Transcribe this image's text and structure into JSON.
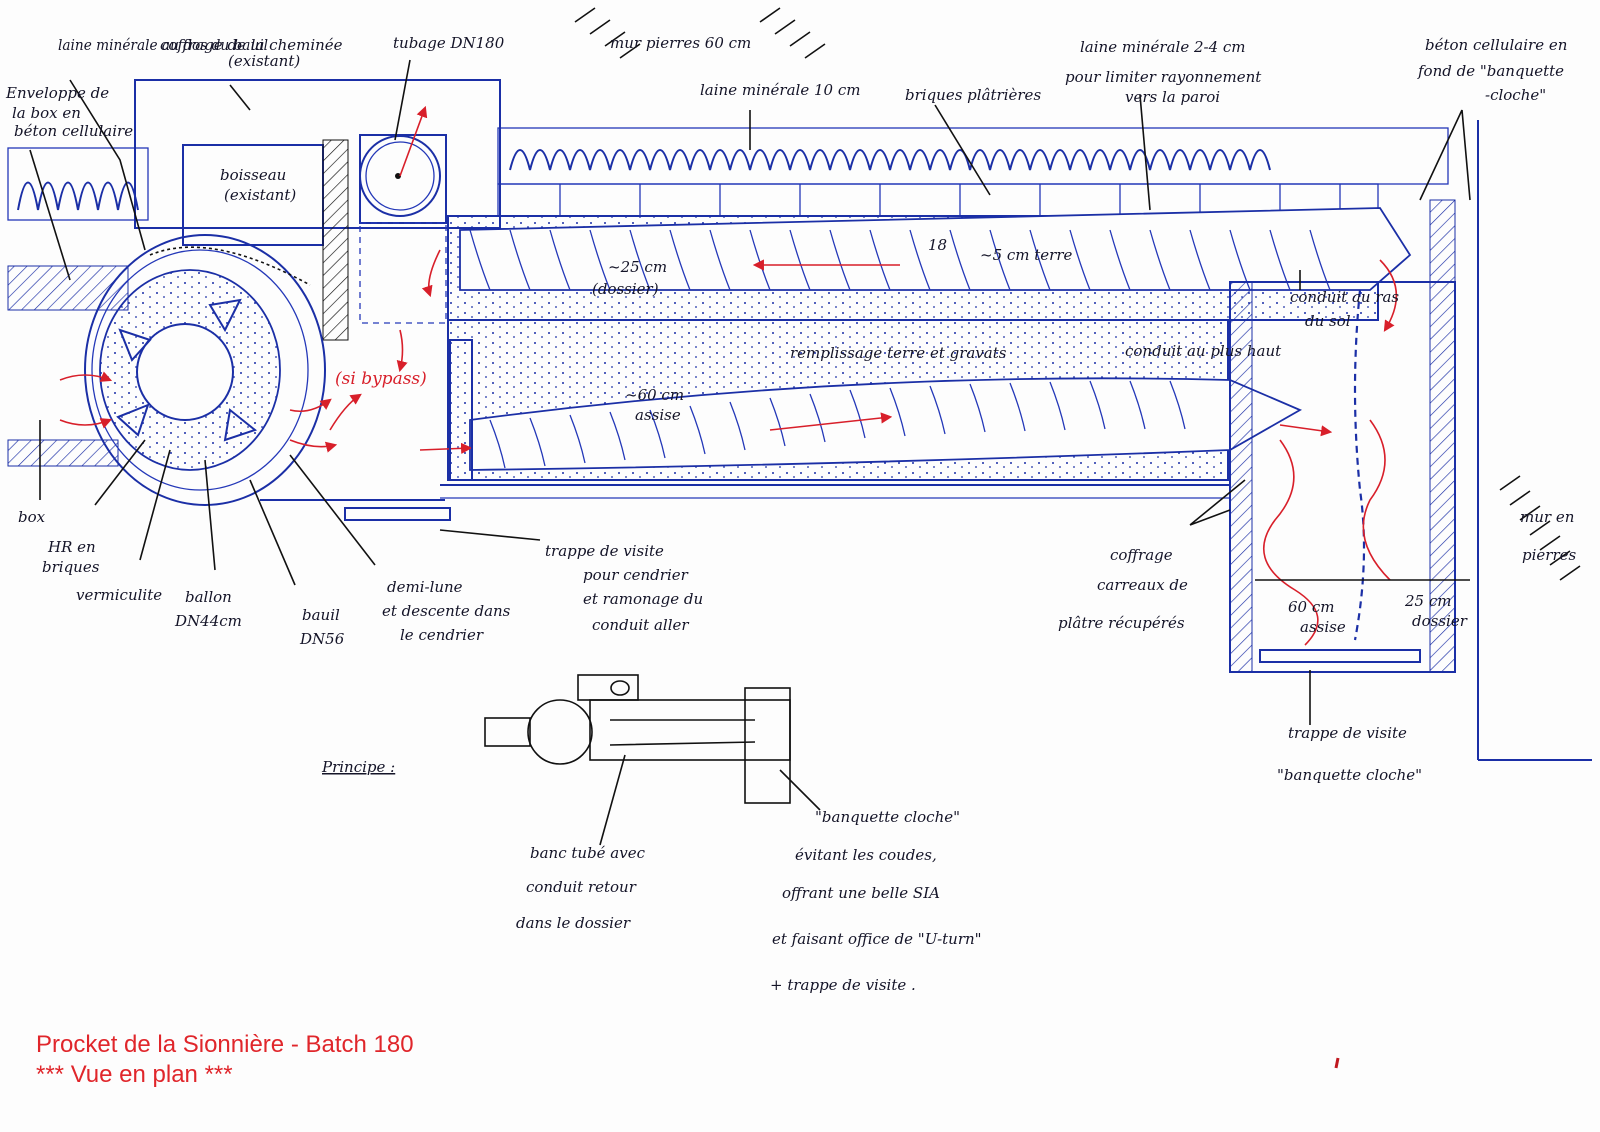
{
  "colors": {
    "ink_blue": "#1b2fa6",
    "ink_red": "#d81f2a",
    "ink_black": "#141428",
    "footer_red": "#e0262b"
  },
  "labels": {
    "laine_dos_bauil": "laine minérale au dos du bauil",
    "coffrage_cheminee_1": "coffrage de la cheminée",
    "coffrage_cheminee_2": "(existant)",
    "tubage": "tubage DN180",
    "mur_pierres_top": "mur pierres 60 cm",
    "laine_2_4": "laine minérale 2-4 cm",
    "pour_limiter": "pour limiter rayonnement",
    "vers_paroi": "vers la paroi",
    "beton_cellulaire_1": "béton cellulaire en",
    "beton_cellulaire_2": "fond de \"banquette",
    "beton_cellulaire_3": "-cloche\"",
    "enveloppe_1": "Enveloppe de",
    "enveloppe_2": "la box en",
    "enveloppe_3": "béton cellulaire",
    "laine_10": "laine minérale 10 cm",
    "briques_platrieres": "briques plâtrières",
    "boisseau_1": "boisseau",
    "boisseau_2": "(existant)",
    "dim_18": "18",
    "terre_5cm": "~5 cm terre",
    "dossier_25_1": "~25 cm",
    "dossier_25_2": "(dossier)",
    "conduit_ras_1": "conduit au ras",
    "conduit_ras_2": "du sol",
    "remplissage": "remplissage terre et gravats",
    "conduit_haut": "conduit au plus haut",
    "si_bypass": "(si bypass)",
    "assise_60_1": "~60 cm",
    "assise_60_2": "assise",
    "box": "box",
    "hr_briques_1": "HR en",
    "hr_briques_2": "briques",
    "vermiculite": "vermiculite",
    "ballon_1": "ballon",
    "ballon_2": "DN44cm",
    "bauil_1": "bauil",
    "bauil_2": "DN56",
    "demi_lune_1": "demi-lune",
    "demi_lune_2": "et descente dans",
    "demi_lune_3": "le cendrier",
    "trappe_visite_1": "trappe de visite",
    "trappe_visite_2": "pour cendrier",
    "trappe_visite_3": "et ramonage du",
    "trappe_visite_4": "conduit aller",
    "coffrage_carreaux_1": "coffrage",
    "coffrage_carreaux_2": "carreaux de",
    "coffrage_carreaux_3": "plâtre récupérés",
    "assise_60b_1": "60 cm",
    "assise_60b_2": "assise",
    "dossier_25b_1": "25 cm",
    "dossier_25b_2": "dossier",
    "mur_pierres_right_1": "mur en",
    "mur_pierres_right_2": "pierres",
    "trappe_banquette_1": "trappe de visite",
    "trappe_banquette_2": "\"banquette cloche\"",
    "principe": "Principe :",
    "banc_tube_1": "banc tubé avec",
    "banc_tube_2": "conduit retour",
    "banc_tube_3": "dans le dossier",
    "banquette_cloche_1": "\"banquette cloche\"",
    "banquette_cloche_2": "évitant les coudes,",
    "banquette_cloche_3": "offrant une belle SIA",
    "banquette_cloche_4": "et faisant office de \"U-turn\"",
    "banquette_cloche_5": "+ trappe de visite ."
  },
  "footer": {
    "title": "Procket de la Sionnière - Batch 180",
    "subtitle": "*** Vue en plan ***"
  }
}
